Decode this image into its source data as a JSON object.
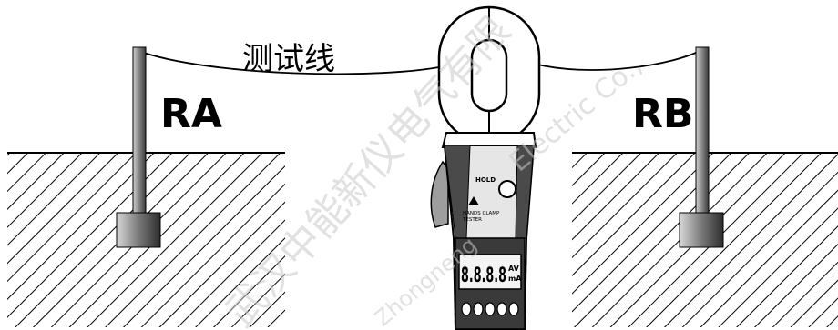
{
  "diagram": {
    "wire_label": "测试线",
    "electrode_a_label": "RA",
    "electrode_b_label": "RB",
    "meter": {
      "hold_label": "HOLD",
      "warning_text_1": "HANDS CLAMP",
      "warning_text_2": "TESTER",
      "display_readout": "8.8.8.8",
      "unit_top": "AV",
      "unit_bottom": "mA"
    },
    "watermark": {
      "line_cn": "武汉中能新仪电气有限",
      "line_en_1": "Zhongneng",
      "line_en_2": "Electric Co.,"
    }
  }
}
